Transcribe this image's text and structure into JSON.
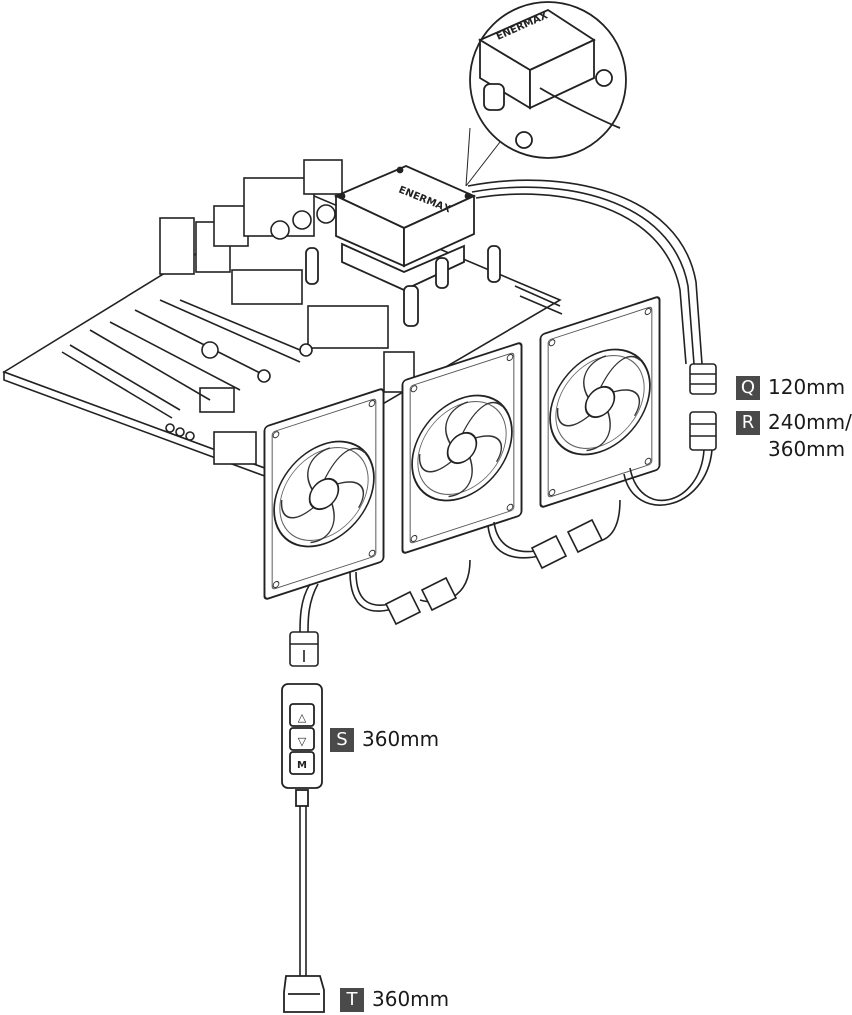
{
  "logo": {
    "text": "ENERMAX"
  },
  "callouts": {
    "q": {
      "letter": "Q",
      "text": "120mm"
    },
    "r": {
      "letter": "R",
      "line1": "240mm/",
      "line2": "360mm"
    },
    "s": {
      "letter": "S",
      "text": "360mm"
    },
    "t": {
      "letter": "T",
      "text": "360mm"
    }
  },
  "controller": {
    "button_up": "△",
    "button_down": "▽",
    "button_mode": "M"
  },
  "icons": [
    "pump-block",
    "fan",
    "argb-connector",
    "rgb-controller",
    "sata-power-connector"
  ]
}
